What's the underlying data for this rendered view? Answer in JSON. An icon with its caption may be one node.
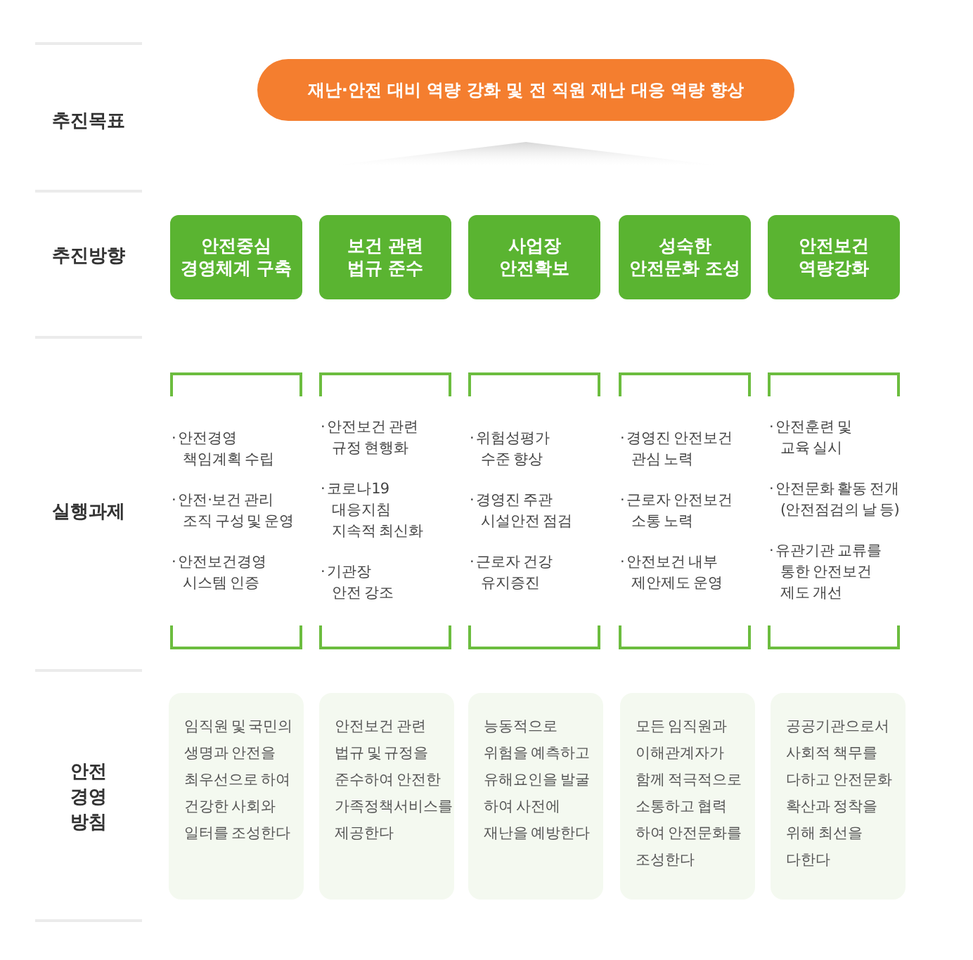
{
  "diagram": {
    "nodes": [
      {
        "text": [
          "재난·안전 대비 역량 강화 및 전 직원 재난 대응 역량 향상"
        ]
      },
      {
        "text": [
          "안전중심 경영체계 구축"
        ]
      },
      {
        "text": [
          "보건 관련 법규 준수"
        ]
      },
      {
        "text": [
          "사업장 안전확보"
        ]
      },
      {
        "text": [
          "성숙한 안전문화 조성"
        ]
      },
      {
        "text": [
          "안전보건 역량강화"
        ]
      },
      {
        "text": [
          "· 안전경영 책임계획 수립",
          "· 안전·보건 관리 조직 구성 및 운영",
          "· 안전보건경영 시스템 인증"
        ]
      },
      {
        "text": [
          "· 안전보건 관련 규정 현행화",
          "· 코로나19 대응지침 지속적 최신화",
          "· 기관장 안전 강조"
        ]
      },
      {
        "text": [
          "· 위험성평가 수준 향상",
          "· 경영진 주관 시설안전 점검",
          "· 근로자 건강 유지증진"
        ]
      },
      {
        "text": [
          "· 경영진 안전보건 관심 노력",
          "· 근로자 안전보건 소통 노력",
          "· 안전보건 내부 제안제도 운영"
        ]
      },
      {
        "text": [
          "· 안전훈련 및 교육 실시",
          "· 안전문화 활동 전개 (안전점검의 날 등)",
          "· 유관기관 교류를 통한 안전보건 제도 개선"
        ]
      },
      {
        "text": [
          "임직원 및 국민의 생명과 안전을 최우선으로 하여 건강한 사회와 일터를 조성한다"
        ]
      },
      {
        "text": [
          "안전보건 관련 법규 및 규정을 준수하여 안전한 가족정책서비스를 제공한다"
        ]
      },
      {
        "text": [
          "능동적으로 위험을 예측하고 유해요인을 발굴 하여 사전에 재난을 예방한다"
        ]
      },
      {
        "text": [
          "모든 임직원과 이해관계자가 함께 적극적으로 소통하고 협력 하여 안전문화를 조성한다"
        ]
      },
      {
        "text": [
          "공공기관으로서 사회적 책무를 다하고 안전문화 확산과 정착을 위해 최선을 다한다"
        ]
      }
    ],
    "labels": [
      "추진목표",
      "추진방향",
      "실행과제",
      "안전 경영 방침"
    ]
  }
}
